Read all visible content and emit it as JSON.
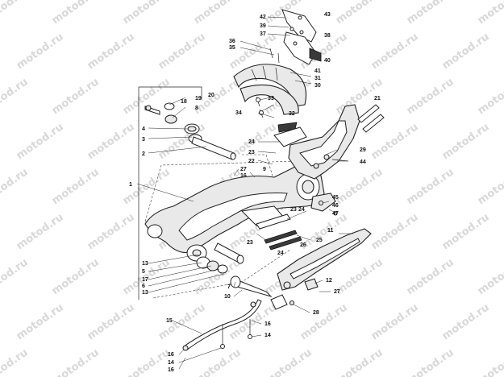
{
  "watermark": {
    "text": "motod.ru"
  },
  "callouts": [
    {
      "id": "c42",
      "text": "42"
    },
    {
      "id": "c43",
      "text": "43"
    },
    {
      "id": "c39",
      "text": "39"
    },
    {
      "id": "c37",
      "text": "37"
    },
    {
      "id": "c38",
      "text": "38"
    },
    {
      "id": "c36",
      "text": "36"
    },
    {
      "id": "c35",
      "text": "35"
    },
    {
      "id": "c40",
      "text": "40"
    },
    {
      "id": "c41",
      "text": "41"
    },
    {
      "id": "c31",
      "text": "31"
    },
    {
      "id": "c30",
      "text": "30"
    },
    {
      "id": "c33",
      "text": "33"
    },
    {
      "id": "c32",
      "text": "32"
    },
    {
      "id": "c34",
      "text": "34"
    },
    {
      "id": "c19",
      "text": "19"
    },
    {
      "id": "c18",
      "text": "18"
    },
    {
      "id": "c8",
      "text": "8"
    },
    {
      "id": "c20",
      "text": "20"
    },
    {
      "id": "c4",
      "text": "4"
    },
    {
      "id": "c3",
      "text": "3"
    },
    {
      "id": "c2",
      "text": "2"
    },
    {
      "id": "c21",
      "text": "21"
    },
    {
      "id": "c24a",
      "text": "24"
    },
    {
      "id": "c23a",
      "text": "23"
    },
    {
      "id": "c22",
      "text": "22"
    },
    {
      "id": "c29",
      "text": "29"
    },
    {
      "id": "c44",
      "text": "44"
    },
    {
      "id": "c27a",
      "text": "27"
    },
    {
      "id": "c16a",
      "text": "16"
    },
    {
      "id": "c9",
      "text": "9"
    },
    {
      "id": "c1",
      "text": "1"
    },
    {
      "id": "c45",
      "text": "45"
    },
    {
      "id": "c46",
      "text": "46"
    },
    {
      "id": "c47",
      "text": "47"
    },
    {
      "id": "c23b",
      "text": "23"
    },
    {
      "id": "c24b",
      "text": "24"
    },
    {
      "id": "c11",
      "text": "11"
    },
    {
      "id": "c25",
      "text": "25"
    },
    {
      "id": "c23c",
      "text": "23"
    },
    {
      "id": "c26",
      "text": "26"
    },
    {
      "id": "c24c",
      "text": "24"
    },
    {
      "id": "c13a",
      "text": "13"
    },
    {
      "id": "c5",
      "text": "5"
    },
    {
      "id": "c17",
      "text": "17"
    },
    {
      "id": "c6",
      "text": "6"
    },
    {
      "id": "c13b",
      "text": "13"
    },
    {
      "id": "c7",
      "text": "7"
    },
    {
      "id": "c10",
      "text": "10"
    },
    {
      "id": "c12",
      "text": "12"
    },
    {
      "id": "c27b",
      "text": "27"
    },
    {
      "id": "c28",
      "text": "28"
    },
    {
      "id": "c15",
      "text": "15"
    },
    {
      "id": "c16b",
      "text": "16"
    },
    {
      "id": "c14a",
      "text": "14"
    },
    {
      "id": "c16c",
      "text": "16"
    },
    {
      "id": "c14b",
      "text": "14"
    },
    {
      "id": "c16d",
      "text": "16"
    }
  ]
}
